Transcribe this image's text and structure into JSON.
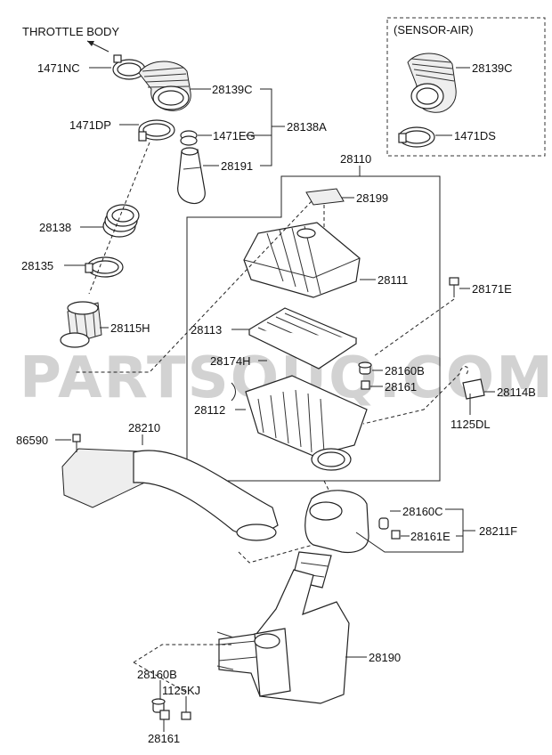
{
  "watermark": "PARTSOUQ.COM",
  "inset_title": "(SENSOR-AIR)",
  "throttle_label": "THROTTLE BODY",
  "callouts": {
    "c1471NC": "1471NC",
    "c28139C_main": "28139C",
    "c1471DP": "1471DP",
    "c1471EG": "1471EG",
    "c28138A": "28138A",
    "c28191": "28191",
    "c28110": "28110",
    "c28199": "28199",
    "c28138": "28138",
    "c28135": "28135",
    "c28111": "28111",
    "c28171E": "28171E",
    "c28115H": "28115H",
    "c28113": "28113",
    "c28174H": "28174H",
    "c28160B_top": "28160B",
    "c28161_top": "28161",
    "c28114B": "28114B",
    "c28112": "28112",
    "c1125DL": "1125DL",
    "c86590": "86590",
    "c28210": "28210",
    "c28160C": "28160C",
    "c28161E": "28161E",
    "c28211F": "28211F",
    "c28190": "28190",
    "c28160B_bot": "28160B",
    "c1125KJ": "1125KJ",
    "c28161_bot": "28161",
    "c28139C_inset": "28139C",
    "c1471DS": "1471DS"
  }
}
